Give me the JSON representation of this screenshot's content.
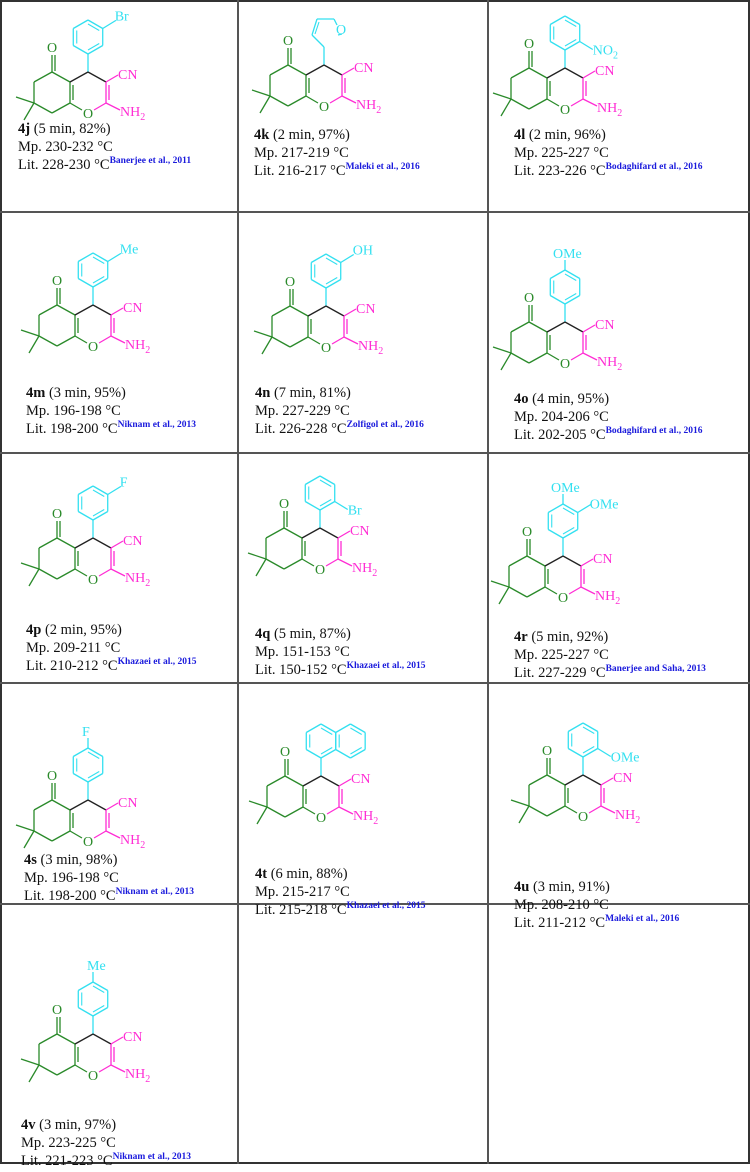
{
  "colors": {
    "core": "#2a8a2a",
    "bond_c4": "#222222",
    "enamine": "#ff2dd4",
    "aryl": "#33e0f0",
    "citation": "#1a1adc",
    "grid": "#555555"
  },
  "table": {
    "columns": 3,
    "rows": 5,
    "cells": [
      {
        "code": "4j",
        "conditions": "(5 min, 82%)",
        "mp": "Mp. 230-232 °C",
        "lit": "Lit. 228-230 °C",
        "citation": "Banerjee et al., 2011",
        "substituent": "3-bromophenyl",
        "label1": "Br"
      },
      {
        "code": "4k",
        "conditions": "(2 min, 97%)",
        "mp": "Mp. 217-219 °C",
        "lit": "Lit. 216-217 °C",
        "citation": "Maleki et al., 2016",
        "substituent": "2-furyl",
        "label1": "O"
      },
      {
        "code": "4l",
        "conditions": "(2 min, 96%)",
        "mp": "Mp. 225-227 °C",
        "lit": "Lit. 223-226 °C",
        "citation": "Bodaghifard et al., 2016",
        "substituent": "2-nitrophenyl",
        "label1": "NO",
        "label1_sub": "2"
      },
      {
        "code": "4m",
        "conditions": "(3 min, 95%)",
        "mp": "Mp. 196-198 °C",
        "lit": "Lit. 198-200 °C",
        "citation": "Niknam et al., 2013",
        "substituent": "3-methylphenyl",
        "label1": "Me"
      },
      {
        "code": "4n",
        "conditions": "(7 min, 81%)",
        "mp": "Mp. 227-229 °C",
        "lit": "Lit. 226-228 °C",
        "citation": "Zolfigol et al., 2016",
        "substituent": "3-hydroxyphenyl",
        "label1": "OH"
      },
      {
        "code": "4o",
        "conditions": "(4 min, 95%)",
        "mp": "Mp. 204-206 °C",
        "lit": "Lit. 202-205 °C",
        "citation": "Bodaghifard et al., 2016",
        "substituent": "4-methoxyphenyl",
        "label1": "OMe"
      },
      {
        "code": "4p",
        "conditions": "(2 min, 95%)",
        "mp": "Mp. 209-211 °C",
        "lit": "Lit. 210-212 °C",
        "citation": "Khazaei et al., 2015",
        "substituent": "3-fluorophenyl",
        "label1": "F"
      },
      {
        "code": "4q",
        "conditions": "(5 min, 87%)",
        "mp": "Mp. 151-153 °C",
        "lit": "Lit. 150-152 °C",
        "citation": "Khazaei et al., 2015",
        "substituent": "2-bromophenyl",
        "label1": "Br"
      },
      {
        "code": "4r",
        "conditions": "(5 min, 92%)",
        "mp": "Mp. 225-227 °C",
        "lit": "Lit. 227-229 °C",
        "citation": "Banerjee and Saha, 2013",
        "substituent": "3,4-dimethoxyphenyl",
        "label1": "OMe",
        "label2": "OMe"
      },
      {
        "code": "4s",
        "conditions": "(3 min, 98%)",
        "mp": "Mp. 196-198 °C",
        "lit": "Lit. 198-200 °C",
        "citation": "Niknam et al., 2013",
        "substituent": "4-fluorophenyl",
        "label1": "F"
      },
      {
        "code": "4t",
        "conditions": "(6 min, 88%)",
        "mp": "Mp. 215-217 °C",
        "lit": "Lit. 215-218 °C",
        "citation": "Khazaei et al., 2015",
        "substituent": "1-naphthyl"
      },
      {
        "code": "4u",
        "conditions": "(3 min, 91%)",
        "mp": "Mp. 208-210 °C",
        "lit": "Lit. 211-212 °C",
        "citation": "Maleki et al., 2016",
        "substituent": "2-methoxyphenyl",
        "label1": "OMe"
      },
      {
        "code": "4v",
        "conditions": "(3 min, 97%)",
        "mp": "Mp. 223-225 °C",
        "lit": "Lit. 221-223 °C",
        "citation": "Niknam et al., 2013",
        "substituent": "4-methylphenyl",
        "label1": "Me"
      }
    ]
  },
  "structure_labels": {
    "carbonyl_o": "O",
    "ring_o": "O",
    "nitrile": "CN",
    "amine": "NH",
    "amine_sub": "2"
  }
}
